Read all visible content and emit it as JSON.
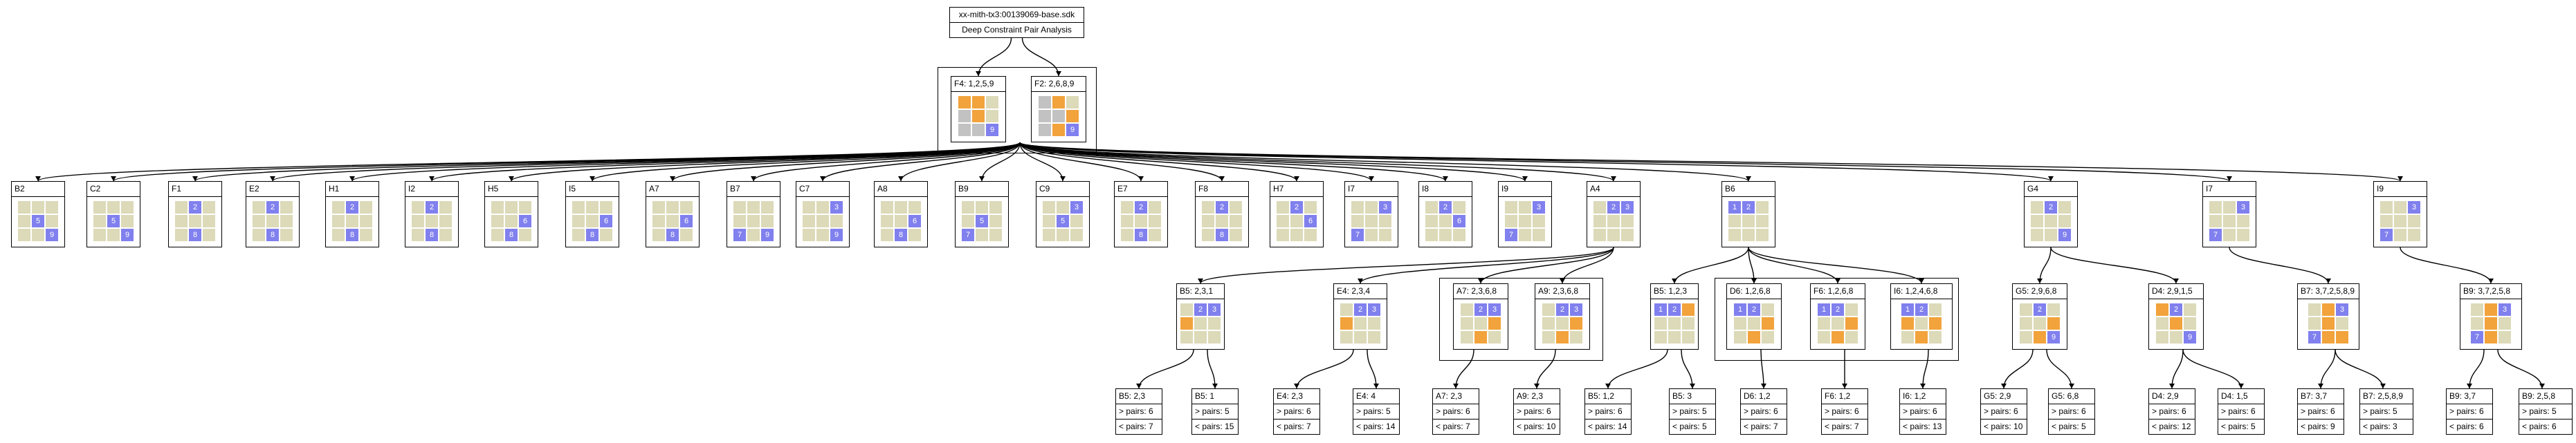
{
  "root": {
    "title": "xx-mith-tx3:00139069-base.sdk",
    "subtitle": "Deep Constraint Pair Analysis"
  },
  "level1": [
    {
      "label": "F4: 1,2,5,9",
      "cells": [
        "h",
        "h",
        "",
        "s",
        "h",
        "",
        "s",
        "s",
        "d9"
      ]
    },
    {
      "label": "F2: 2,6,8,9",
      "cells": [
        "s",
        "h",
        "",
        "s",
        "s",
        "h",
        "s",
        "h",
        "d9"
      ]
    }
  ],
  "level2": [
    {
      "label": "B2",
      "cells": [
        "",
        "",
        "",
        "",
        "d5",
        "",
        "",
        "",
        "d9"
      ]
    },
    {
      "label": "C2",
      "cells": [
        "",
        "",
        "",
        "",
        "d5",
        "",
        "",
        "",
        "d9"
      ]
    },
    {
      "label": "F1",
      "cells": [
        "",
        "d2",
        "",
        "",
        "",
        "",
        "",
        "d8",
        ""
      ]
    },
    {
      "label": "E2",
      "cells": [
        "",
        "d2",
        "",
        "",
        "",
        "",
        "",
        "d8",
        ""
      ]
    },
    {
      "label": "H1",
      "cells": [
        "",
        "d2",
        "",
        "",
        "",
        "",
        "",
        "d8",
        ""
      ]
    },
    {
      "label": "I2",
      "cells": [
        "",
        "d2",
        "",
        "",
        "",
        "",
        "",
        "d8",
        ""
      ]
    },
    {
      "label": "H5",
      "cells": [
        "",
        "",
        "",
        "",
        "",
        "d6",
        "",
        "d8",
        ""
      ]
    },
    {
      "label": "I5",
      "cells": [
        "",
        "",
        "",
        "",
        "",
        "d6",
        "",
        "d8",
        ""
      ]
    },
    {
      "label": "A7",
      "cells": [
        "",
        "",
        "",
        "",
        "",
        "d6",
        "",
        "d8",
        ""
      ]
    },
    {
      "label": "B7",
      "cells": [
        "",
        "",
        "",
        "",
        "",
        "",
        "d7",
        "",
        "d9"
      ]
    },
    {
      "label": "C7",
      "cells": [
        "",
        "",
        "d3",
        "",
        "",
        "",
        "",
        "",
        "d9"
      ]
    },
    {
      "label": "A8",
      "cells": [
        "",
        "",
        "",
        "",
        "",
        "d6",
        "",
        "d8",
        ""
      ]
    },
    {
      "label": "B9",
      "cells": [
        "",
        "",
        "",
        "",
        "d5",
        "",
        "d7",
        "",
        ""
      ]
    },
    {
      "label": "C9",
      "cells": [
        "",
        "",
        "d3",
        "",
        "d5",
        "",
        "",
        "",
        ""
      ]
    },
    {
      "label": "E7",
      "cells": [
        "",
        "d2",
        "",
        "",
        "",
        "",
        "",
        "d8",
        ""
      ]
    },
    {
      "label": "F8",
      "cells": [
        "",
        "d2",
        "",
        "",
        "",
        "",
        "",
        "d8",
        ""
      ]
    },
    {
      "label": "H7",
      "cells": [
        "",
        "d2",
        "",
        "",
        "",
        "d6",
        "",
        "",
        ""
      ]
    },
    {
      "label": "I7",
      "cells": [
        "",
        "",
        "d3",
        "",
        "",
        "",
        "d7",
        "",
        ""
      ]
    },
    {
      "label": "I8",
      "cells": [
        "",
        "d2",
        "",
        "",
        "",
        "d6",
        "",
        "",
        ""
      ]
    },
    {
      "label": "I9",
      "cells": [
        "",
        "",
        "d3",
        "",
        "",
        "",
        "d7",
        "",
        ""
      ]
    },
    {
      "label": "A4",
      "cells": [
        "",
        "d2",
        "d3",
        "",
        "",
        "",
        "",
        "",
        ""
      ]
    },
    {
      "label": "B6",
      "cells": [
        "d1",
        "d2",
        "",
        "",
        "",
        "",
        "",
        "",
        ""
      ]
    },
    {
      "label": "G4",
      "cells": [
        "",
        "d2",
        "",
        "",
        "",
        "",
        "",
        "",
        "d9"
      ]
    },
    {
      "label": "I7",
      "cells": [
        "",
        "",
        "d3",
        "",
        "",
        "",
        "d7",
        "",
        ""
      ]
    },
    {
      "label": "I9",
      "cells": [
        "",
        "",
        "d3",
        "",
        "",
        "",
        "d7",
        "",
        ""
      ]
    }
  ],
  "level3": [
    {
      "label": "B5: 2,3,1",
      "cells": [
        "",
        "d2",
        "d3",
        "h",
        "",
        "",
        "",
        "",
        ""
      ]
    },
    {
      "label": "E4: 2,3,4",
      "cells": [
        "",
        "d2",
        "d3",
        "h",
        "",
        "",
        "",
        "",
        ""
      ]
    },
    {
      "label": "A7: 2,3,6,8",
      "cells": [
        "",
        "d2",
        "d3",
        "",
        "",
        "h",
        "",
        "h",
        ""
      ]
    },
    {
      "label": "A9: 2,3,6,8",
      "cells": [
        "",
        "d2",
        "d3",
        "",
        "",
        "h",
        "",
        "h",
        ""
      ]
    },
    {
      "label": "B5: 1,2,3",
      "cells": [
        "d1",
        "d2",
        "h",
        "",
        "",
        "",
        "",
        "",
        ""
      ]
    },
    {
      "label": "D6: 1,2,6,8",
      "cells": [
        "d1",
        "d2",
        "",
        "",
        "",
        "h",
        "",
        "h",
        ""
      ]
    },
    {
      "label": "F6: 1,2,6,8",
      "cells": [
        "d1",
        "d2",
        "",
        "",
        "",
        "h",
        "",
        "h",
        ""
      ]
    },
    {
      "label": "I6: 1,2,4,6,8",
      "cells": [
        "d1",
        "d2",
        "",
        "h",
        "",
        "h",
        "",
        "h",
        ""
      ]
    },
    {
      "label": "G5: 2,9,6,8",
      "cells": [
        "",
        "d2",
        "",
        "",
        "",
        "h",
        "",
        "h",
        "d9"
      ]
    },
    {
      "label": "D4: 2,9,1,5",
      "cells": [
        "h",
        "d2",
        "",
        "",
        "h",
        "",
        "",
        "",
        "d9"
      ]
    },
    {
      "label": "B7: 3,7,2,5,8,9",
      "cells": [
        "",
        "h",
        "d3",
        "",
        "h",
        "",
        "d7",
        "h",
        "h"
      ]
    },
    {
      "label": "B9: 3,7,2,5,8",
      "cells": [
        "",
        "h",
        "d3",
        "",
        "h",
        "",
        "d7",
        "h",
        ""
      ]
    }
  ],
  "leaves": [
    [
      "B5: 2,3",
      "> pairs: 6",
      "< pairs: 7"
    ],
    [
      "B5: 1",
      "> pairs: 5",
      "< pairs: 15"
    ],
    [
      "E4: 2,3",
      "> pairs: 6",
      "< pairs: 7"
    ],
    [
      "E4: 4",
      "> pairs: 5",
      "< pairs: 14"
    ],
    [
      "A7: 2,3",
      "> pairs: 6",
      "< pairs: 7"
    ],
    [
      "A9: 2,3",
      "> pairs: 6",
      "< pairs: 10"
    ],
    [
      "B5: 1,2",
      "> pairs: 6",
      "< pairs: 14"
    ],
    [
      "B5: 3",
      "> pairs: 5",
      "< pairs: 5"
    ],
    [
      "D6: 1,2",
      "> pairs: 6",
      "< pairs: 7"
    ],
    [
      "F6: 1,2",
      "> pairs: 6",
      "< pairs: 7"
    ],
    [
      "I6: 1,2",
      "> pairs: 6",
      "< pairs: 13"
    ],
    [
      "G5: 2,9",
      "> pairs: 6",
      "< pairs: 10"
    ],
    [
      "G5: 6,8",
      "> pairs: 6",
      "< pairs: 5"
    ],
    [
      "D4: 2,9",
      "> pairs: 6",
      "< pairs: 12"
    ],
    [
      "D4: 1,5",
      "> pairs: 6",
      "< pairs: 5"
    ],
    [
      "B7: 3,7",
      "> pairs: 6",
      "< pairs: 9"
    ],
    [
      "B7: 2,5,8,9",
      "> pairs: 5",
      "< pairs: 3"
    ],
    [
      "B9: 3,7",
      "> pairs: 6",
      "< pairs: 6"
    ],
    [
      "B9: 2,5,8",
      "> pairs: 5",
      "< pairs: 6"
    ]
  ],
  "colors": {
    "empty_cell": "#dcdab8",
    "digit_cell": "#8080ee",
    "highlight_cell": "#f2a33c",
    "shaded_cell": "#c2c2c2",
    "edge": "#000000"
  }
}
